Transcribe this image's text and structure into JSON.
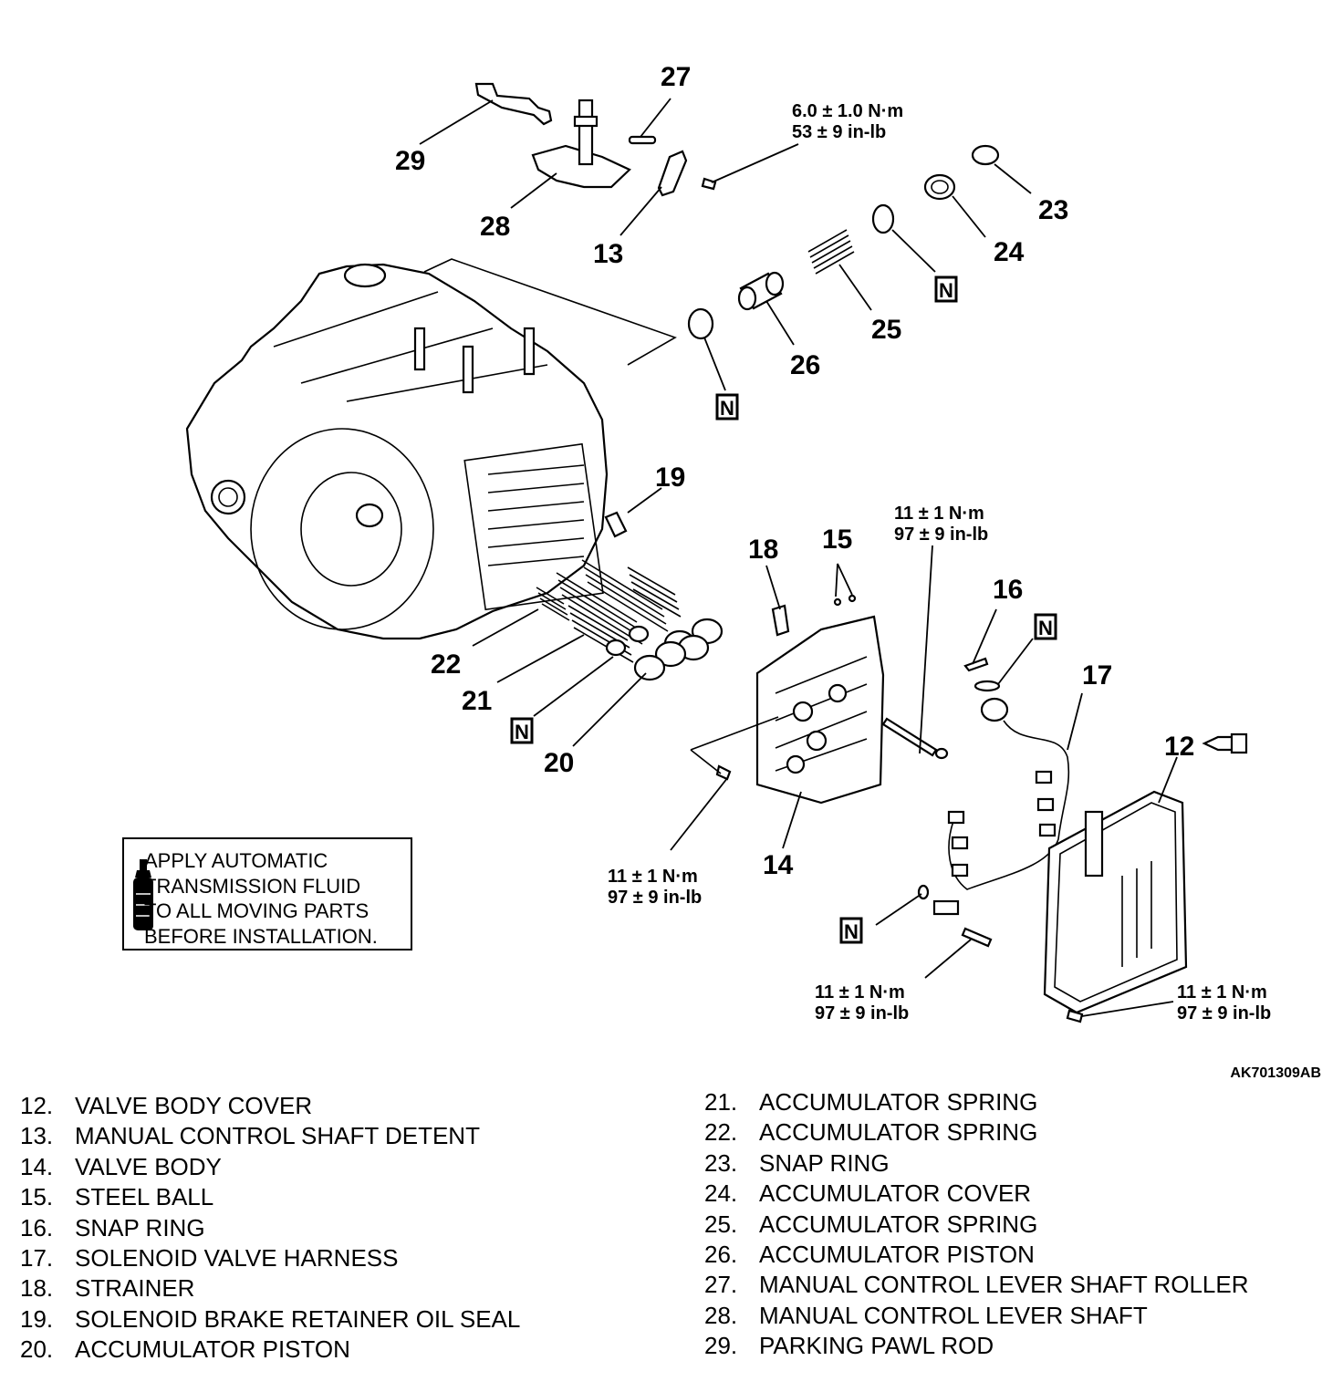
{
  "callouts": {
    "c27": "27",
    "c29": "29",
    "c28": "28",
    "c13": "13",
    "c23": "23",
    "c24": "24",
    "c25": "25",
    "c26": "26",
    "c19": "19",
    "c18": "18",
    "c15": "15",
    "c16": "16",
    "c17": "17",
    "c12": "12",
    "c22": "22",
    "c21": "21",
    "c20": "20",
    "c14": "14"
  },
  "new_part_mark": "N",
  "torque": {
    "t_6_nm": "6.0 ± 1.0 N·m",
    "t_6_inlb": "53 ± 9 in-lb",
    "t_11_nm": "11 ± 1 N·m",
    "t_11_inlb": "97 ± 9 in-lb"
  },
  "notice": {
    "text": "APPLY AUTOMATIC\nTRANSMISSION FLUID\nTO ALL MOVING PARTS\nBEFORE INSTALLATION.",
    "icon": "fluid-bottle-icon"
  },
  "figure_id": "AK701309AB",
  "legend": {
    "left": [
      {
        "num": "12.",
        "name": "VALVE BODY COVER"
      },
      {
        "num": "13.",
        "name": "MANUAL CONTROL SHAFT DETENT"
      },
      {
        "num": "14.",
        "name": "VALVE BODY"
      },
      {
        "num": "15.",
        "name": "STEEL BALL"
      },
      {
        "num": "16.",
        "name": "SNAP RING"
      },
      {
        "num": "17.",
        "name": "SOLENOID VALVE HARNESS"
      },
      {
        "num": "18.",
        "name": "STRAINER"
      },
      {
        "num": "19.",
        "name": "SOLENOID BRAKE RETAINER OIL SEAL"
      },
      {
        "num": "20.",
        "name": "ACCUMULATOR PISTON"
      }
    ],
    "right": [
      {
        "num": "21.",
        "name": "ACCUMULATOR SPRING"
      },
      {
        "num": "22.",
        "name": "ACCUMULATOR SPRING"
      },
      {
        "num": "23.",
        "name": "SNAP RING"
      },
      {
        "num": "24.",
        "name": "ACCUMULATOR COVER"
      },
      {
        "num": "25.",
        "name": "ACCUMULATOR SPRING"
      },
      {
        "num": "26.",
        "name": "ACCUMULATOR PISTON"
      },
      {
        "num": "27.",
        "name": "MANUAL CONTROL LEVER SHAFT ROLLER"
      },
      {
        "num": "28.",
        "name": "MANUAL CONTROL LEVER SHAFT"
      },
      {
        "num": "29.",
        "name": "PARKING PAWL ROD"
      }
    ]
  }
}
